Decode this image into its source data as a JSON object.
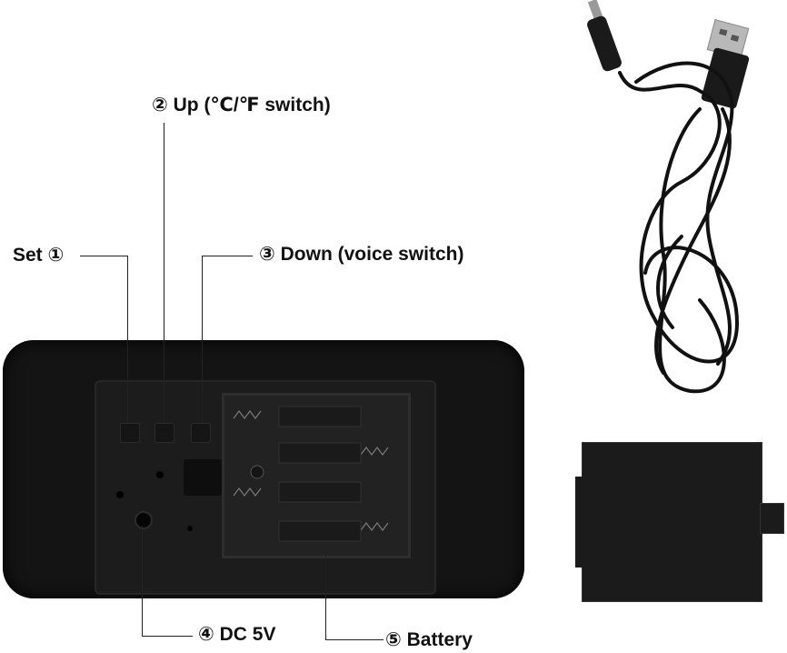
{
  "labels": {
    "set": "Set ①",
    "up": "② Up (℃/℉ switch)",
    "down": "③ Down (voice switch)",
    "dc": "④ DC 5V",
    "battery": "⑤ Battery"
  },
  "colors": {
    "clock_body": "#151515",
    "battery_cover": "#1b1b1b",
    "cable": "#111111",
    "background": "#ffffff"
  },
  "icons": [
    "usb-cable-icon",
    "dc-plug-icon",
    "battery-spring-icon"
  ]
}
